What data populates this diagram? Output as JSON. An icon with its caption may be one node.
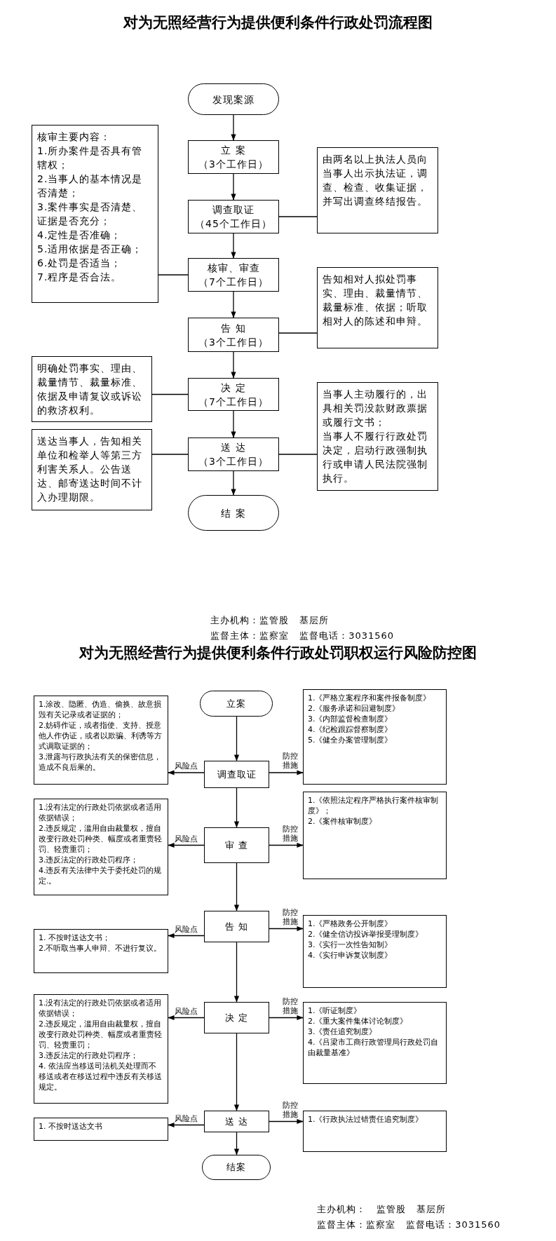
{
  "diagram": {
    "title": "对为无照经营行为提供便利条件行政处罚流程图",
    "nodes": [
      {
        "text": [
          "发现案源"
        ]
      },
      {
        "text": [
          "立 案",
          "（3个工作日）"
        ]
      },
      {
        "text": [
          "调查取证",
          "（45个工作日）"
        ]
      },
      {
        "text": [
          "核审、审查",
          "（7个工作日）"
        ]
      },
      {
        "text": [
          "告 知",
          "（3个工作日）"
        ]
      },
      {
        "text": [
          "决 定",
          "（7个工作日）"
        ]
      },
      {
        "text": [
          "送 达",
          "（3个工作日）"
        ]
      },
      {
        "text": [
          "结 案"
        ]
      },
      {
        "text": [
          "核审主要内容：",
          "1.所办案件是否具有管辖权；",
          "2.当事人的基本情况是否清楚；",
          "3.案件事实是否清楚、证据是否充分；",
          "4.定性是否准确；",
          "5.适用依据是否正确；",
          "6.处罚是否适当；",
          "7.程序是否合法。"
        ]
      },
      {
        "text": [
          "由两名以上执法人员向当事人出示执法证，调查、检查、收集证据，并写出调查终结报告。"
        ]
      },
      {
        "text": [
          "告知相对人拟处罚事实、理由、裁量情节、裁量标准、依据；听取相对人的陈述和申辩。"
        ]
      },
      {
        "text": [
          "明确处罚事实、理由、裁量情节、裁量标准、依据及申请复议或诉讼的救济权利。"
        ]
      },
      {
        "text": [
          "当事人主动履行的，出具相关罚没款财政票据或履行文书；",
          "当事人不履行行政处罚决定，启动行政强制执行或申请人民法院强制执行。"
        ]
      },
      {
        "text": [
          "送达当事人，告知相关单位和检举人等第三方利害关系人。公告送达、邮寄送达时间不计入办理期限。"
        ]
      },
      {
        "text": [
          "立案"
        ]
      },
      {
        "text": [
          "调查取证"
        ]
      },
      {
        "text": [
          "审 查"
        ]
      },
      {
        "text": [
          "告 知"
        ]
      },
      {
        "text": [
          "决 定"
        ]
      },
      {
        "text": [
          "送 达"
        ]
      },
      {
        "text": [
          "结案"
        ]
      },
      {
        "text": [
          "1.涂改、隐匿、伪造、偷换、故意损毁有关记录或者证据的；",
          "2.妨碍作证，或者指使、支持、授意他人作伪证，或者以欺骗、利诱等方式调取证据的；",
          "3.泄露与行政执法有关的保密信息，造成不良后果的。"
        ]
      },
      {
        "text": [
          "1.没有法定的行政处罚依据或者适用依据错误；",
          "2.违反规定，滥用自由裁量权，擅自改变行政处罚种类、幅度或者重责轻罚、轻责重罚；",
          "3.违反法定的行政处罚程序；",
          "4.违反有关法律中关于委托处罚的规定.。"
        ]
      },
      {
        "text": [
          "1. 不按时送达文书；",
          "2.不听取当事人申辩、不进行复议。"
        ]
      },
      {
        "text": [
          "1.没有法定的行政处罚依据或者适用依据错误；",
          "2.违反规定，滥用自由裁量权，擅自改变行政处罚种类、幅度或者重责轻罚、轻责重罚；",
          "3.违反法定的行政处罚程序；",
          "4. 依法应当移送司法机关处理而不移送或者在移送过程中违反有关移送规定。"
        ]
      },
      {
        "text": [
          "1. 不按时送达文书"
        ]
      },
      {
        "text": [
          "1.《严格立案程序和案件报备制度》",
          "2.《服务承诺和回避制度》",
          "3.《内部监督检查制度》",
          "4.《纪检跟踪督察制度》",
          "5.《健全办案管理制度》"
        ]
      },
      {
        "text": [
          "1.《依照法定程序严格执行案件核审制度》；",
          "2.《案件核审制度》"
        ]
      },
      {
        "text": [
          "1.《严格政务公开制度》",
          "2.《健全信访投诉举报受理制度》",
          "3.《实行一次性告知制》",
          "4.《实行申诉复议制度》"
        ]
      },
      {
        "text": [
          "1.《听证制度》",
          "2.《重大案件集体讨论制度》",
          "3.《责任追究制度》",
          "4.《吕梁市工商行政管理局行政处罚自由裁量基准》"
        ]
      },
      {
        "text": [
          "1.《行政执法过错责任追究制度》"
        ]
      }
    ],
    "edges": [
      {
        "from": 0,
        "to": 1,
        "arrow": "to"
      },
      {
        "from": 1,
        "to": 2,
        "arrow": "to"
      },
      {
        "from": 2,
        "to": 3,
        "arrow": "to"
      },
      {
        "from": 3,
        "to": 4,
        "arrow": "to"
      },
      {
        "from": 4,
        "to": 5,
        "arrow": "to"
      },
      {
        "from": 5,
        "to": 6,
        "arrow": "to"
      },
      {
        "from": 6,
        "to": 7,
        "arrow": "to"
      },
      {
        "from": 8,
        "to": 3,
        "arrow": "none"
      },
      {
        "from": 2,
        "to": 9,
        "arrow": "none"
      },
      {
        "from": 4,
        "to": 10,
        "arrow": "none"
      },
      {
        "from": 11,
        "to": 5,
        "arrow": "none"
      },
      {
        "from": 6,
        "to": 12,
        "arrow": "none"
      },
      {
        "from": 13,
        "to": 6,
        "arrow": "none"
      },
      {
        "from": 14,
        "to": 15,
        "arrow": "to"
      },
      {
        "from": 15,
        "to": 16,
        "arrow": "to"
      },
      {
        "from": 16,
        "to": 17,
        "arrow": "to"
      },
      {
        "from": 17,
        "to": 18,
        "arrow": "to"
      },
      {
        "from": 18,
        "to": 19,
        "arrow": "to"
      },
      {
        "from": 19,
        "to": 20,
        "arrow": "to"
      },
      {
        "from": 15,
        "to": 21,
        "arrow": "to",
        "label": "风险点"
      },
      {
        "from": 15,
        "to": 26,
        "arrow": "to",
        "label": "防控措施"
      },
      {
        "from": 16,
        "to": 22,
        "arrow": "to",
        "label": "风险点"
      },
      {
        "from": 16,
        "to": 27,
        "arrow": "to",
        "label": "防控措施"
      },
      {
        "from": 17,
        "to": 23,
        "arrow": "to",
        "label": "风险点"
      },
      {
        "from": 17,
        "to": 28,
        "arrow": "to",
        "label": "防控措施"
      },
      {
        "from": 18,
        "to": 24,
        "arrow": "to",
        "label": "风险点"
      },
      {
        "from": 18,
        "to": 29,
        "arrow": "to",
        "label": "防控措施"
      },
      {
        "from": 19,
        "to": 25,
        "arrow": "to",
        "label": "风险点"
      },
      {
        "from": 19,
        "to": 30,
        "arrow": "to",
        "label": "防控措施"
      }
    ],
    "labels": [
      "主办机构：监管股 基层所",
      "监督主体：监察室 监督电话：3031560",
      "对为无照经营行为提供便利条件行政处罚职权运行风险防控图",
      "主办机构： 监管股 基层所",
      "监督主体：监察室 监督电话：3031560"
    ]
  }
}
